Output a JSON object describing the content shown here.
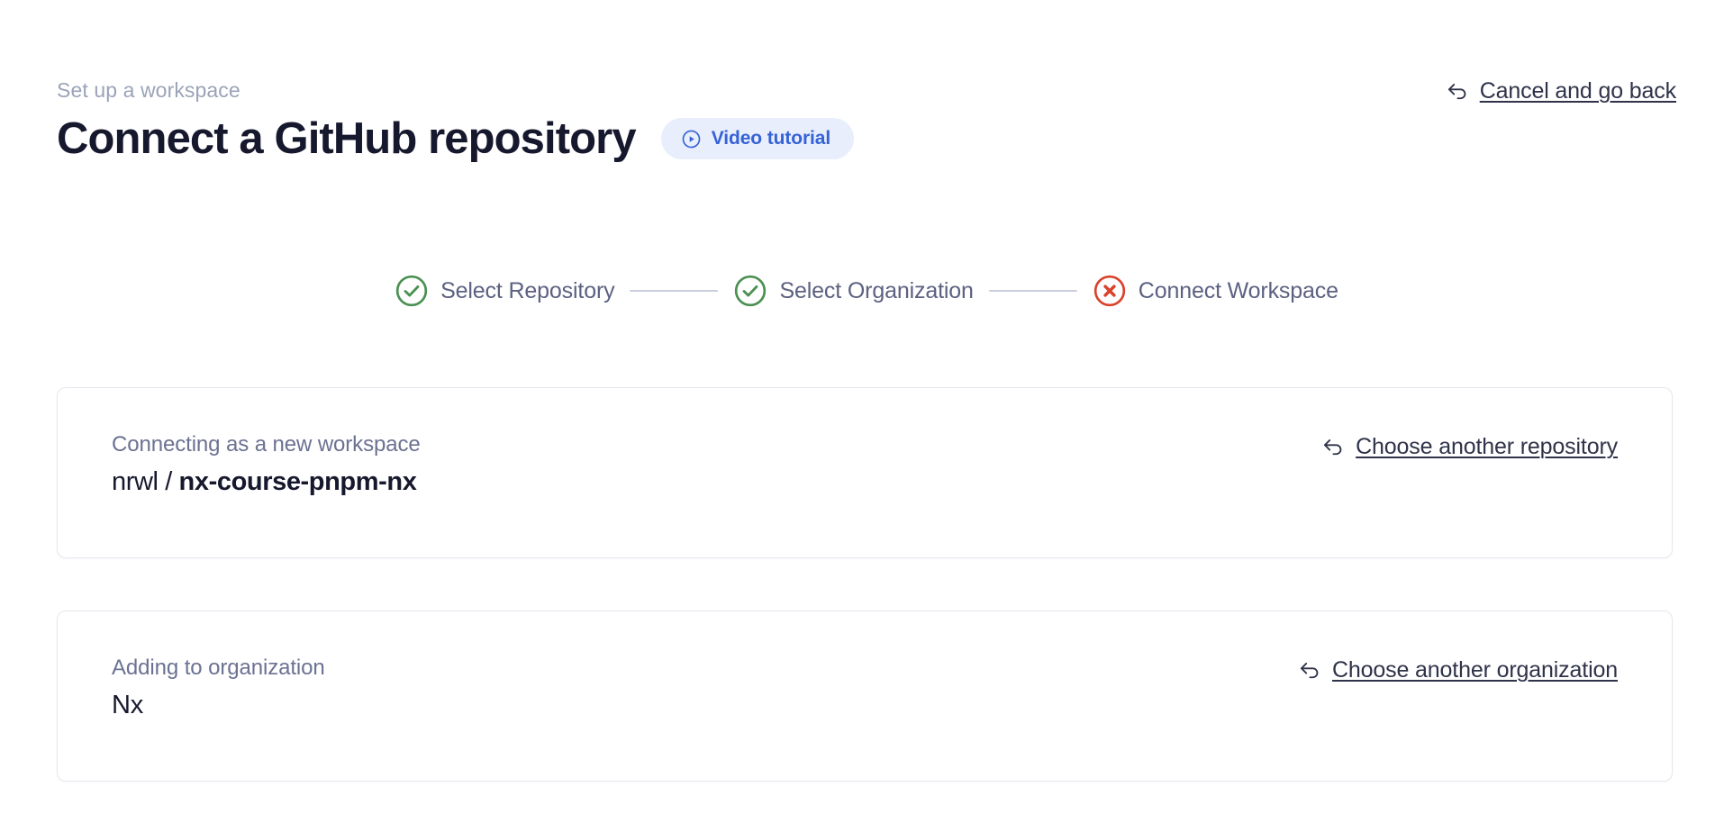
{
  "header": {
    "eyebrow": "Set up a workspace",
    "title": "Connect a GitHub repository",
    "video_badge": {
      "label": "Video tutorial",
      "icon": "play-circle-icon",
      "text_color": "#3562d6",
      "background_color": "#e8eefc"
    },
    "cancel_link": {
      "label": "Cancel and go back",
      "icon": "arrow-uturn-left-icon"
    }
  },
  "stepper": {
    "steps": [
      {
        "label": "Select Repository",
        "state": "complete",
        "icon": "check-circle-icon",
        "color": "#4b9052"
      },
      {
        "label": "Select Organization",
        "state": "complete",
        "icon": "check-circle-icon",
        "color": "#4b9052"
      },
      {
        "label": "Connect Workspace",
        "state": "error",
        "icon": "x-circle-icon",
        "color": "#d9432a"
      }
    ],
    "connector_color": "#c9cede",
    "label_color": "#5b6180"
  },
  "cards": [
    {
      "caption": "Connecting as a new workspace",
      "value_owner": "nrwl / ",
      "value_name": "nx-course-pnpm-nx",
      "link": {
        "label": "Choose another repository",
        "icon": "arrow-uturn-left-icon"
      }
    },
    {
      "caption": "Adding to organization",
      "value_name": "Nx",
      "link": {
        "label": "Choose another organization",
        "icon": "arrow-uturn-left-icon"
      }
    }
  ]
}
